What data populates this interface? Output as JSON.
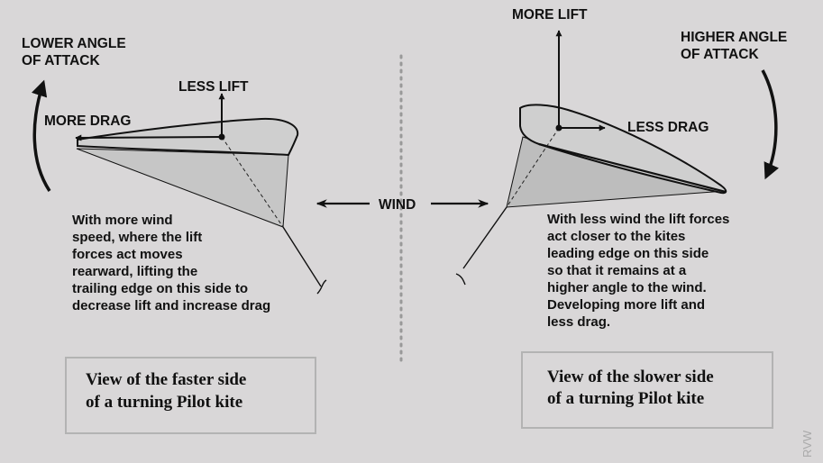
{
  "left_panel": {
    "angle_label": [
      "LOWER ANGLE",
      "OF ATTACK"
    ],
    "lift_label": "LESS LIFT",
    "drag_label": "MORE DRAG",
    "description": [
      "With more wind",
      "speed, where the lift",
      "forces act moves",
      "rearward, lifting the",
      "trailing edge on this side to",
      "decrease lift and increase drag"
    ],
    "caption": [
      "View of the faster side",
      "of a turning Pilot kite"
    ]
  },
  "center": {
    "wind_label": "WIND"
  },
  "right_panel": {
    "lift_label": "MORE LIFT",
    "angle_label": [
      "HIGHER ANGLE",
      "OF ATTACK"
    ],
    "drag_label": "LESS DRAG",
    "description": [
      "With less wind the lift forces",
      "act closer to the kites",
      "leading edge on this side",
      "so that it remains at a",
      "higher angle to the wind.",
      "Developing more lift and",
      "less drag."
    ],
    "caption": [
      "View of the slower side",
      "of a turning Pilot kite"
    ]
  },
  "signature": "RVW",
  "colors": {
    "background": "#d9d7d8",
    "kite_fill": "#c8c8c8",
    "ink": "#111111"
  }
}
